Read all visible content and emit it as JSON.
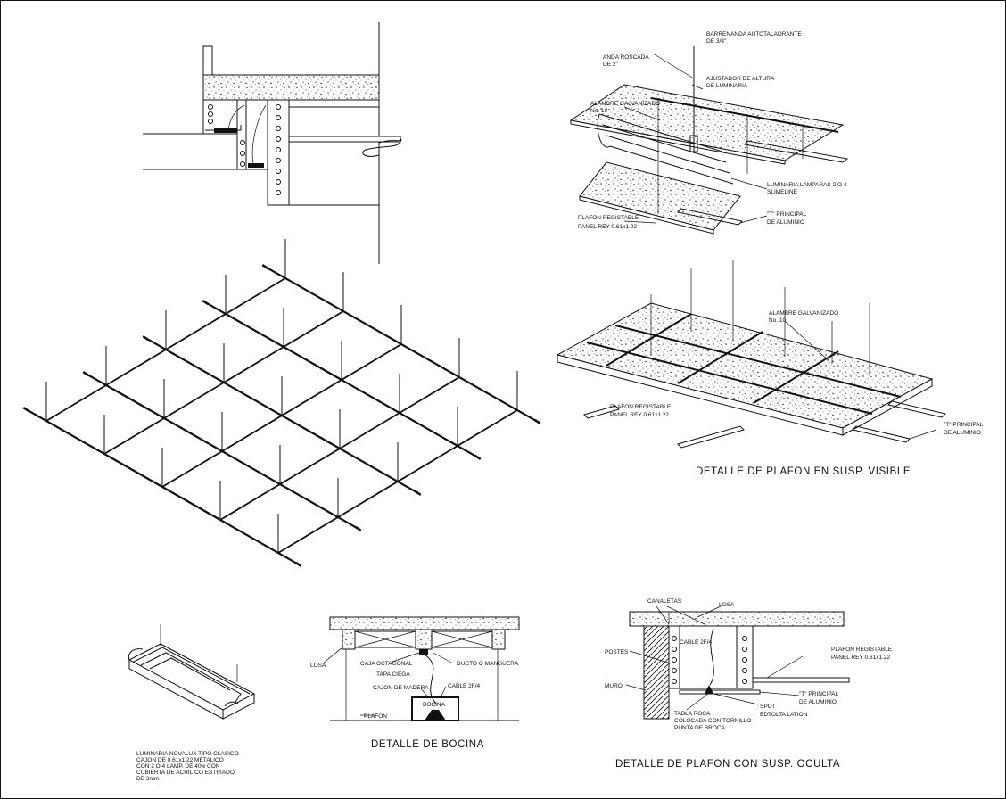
{
  "sheet": {
    "border_color": "#111111",
    "hatch_color": "#111111"
  },
  "detail_suspension_section": {
    "labels": {
      "rod": "BARRENANDA AUTOTALADRANTE",
      "rod2": "DE 3/8\"",
      "anchor": "ANDA ROSCADA",
      "anchor2": "DE 2\"",
      "adjuster": "AJUSTADOR DE ALTURA",
      "adjuster2": "DE LUMINARIA",
      "wire": "ALAMBRE GALVANIZADO",
      "wire2": "No. 10",
      "luminaire": "LUMINARIA LAMPARAS 2 O 4",
      "luminaire2": "SLIMELINE",
      "tile": "PLAFON REGISTABLE",
      "tile2": "PANEL REY 0.61x1.22",
      "tee": "\"T\" PRINCIPAL",
      "tee2": "DE ALUMINIO"
    }
  },
  "detail_visible": {
    "title": "DETALLE DE PLAFON EN SUSP. VISIBLE",
    "labels": {
      "wire": "ALAMBRE GALVANIZADO",
      "wire2": "No. 10",
      "tile": "PLAFON REGISTABLE",
      "tile2": "PANEL REY 0.61x1.22",
      "tee": "\"T\" PRINCIPAL",
      "tee2": "DE ALUMINIO"
    }
  },
  "detail_luminaire": {
    "note": [
      "LUMINARIA NOVALUX TIPO CLASICO",
      "CAJON DE 0.61x1.22 METALICO",
      "CON 2 O 4 LAMP. DE 40w CON",
      "CUBIERTA DE ACRILICO ESTRIADO",
      "DE 3mm"
    ]
  },
  "detail_bocina": {
    "title": "DETALLE DE BOCINA",
    "labels": {
      "losa": "LOSA",
      "caja": "CAJA OCTAGONAL",
      "tapa": "TAPA CIEGA",
      "ducto": "DUCTO O MANGUERA",
      "cajon": "CAJON DE MADERA",
      "cable": "CABLE 2F/4",
      "bocina": "BOCINA",
      "plafon": "PLAFON"
    }
  },
  "detail_hidden": {
    "title": "DETALLE DE PLAFON CON SUSP. OCULTA",
    "labels": {
      "canaletas": "CANALETAS",
      "losa": "LOSA",
      "postes": "POSTES",
      "cable": "CABLE 2F/4",
      "tile": "PLAFON REGISTABLE",
      "tile2": "PANEL REY 0.61x1.22",
      "muro": "MURO",
      "tee": "\"T\" PRINCIPAL",
      "tee2": "DE ALUMINIO",
      "spot": "SPOT",
      "spot2": "EDTOLTA LATION",
      "tabla": "TABLA ROCA",
      "tabla2": "COLOCADA CON TORNILLO",
      "tabla3": "PUNTA DE BROCA"
    }
  }
}
